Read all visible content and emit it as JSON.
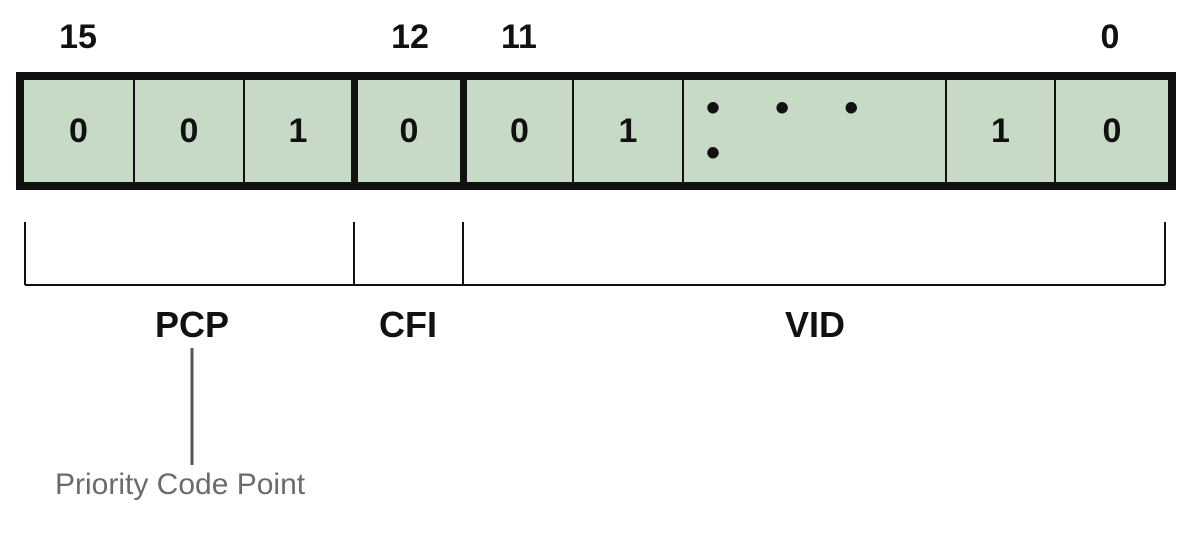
{
  "bit_numbers": {
    "b15": "15",
    "b12": "12",
    "b11": "11",
    "b0": "0"
  },
  "cells": {
    "c1": "0",
    "c2": "0",
    "c3": "1",
    "c4": "0",
    "c5": "0",
    "c6": "1",
    "c7": "• • • •",
    "c8": "1",
    "c9": "0"
  },
  "fields": {
    "pcp": "PCP",
    "cfi": "CFI",
    "vid": "VID"
  },
  "annotation": {
    "pcp_meaning": "Priority Code Point"
  },
  "colors": {
    "cell_fill": "#c6dac6",
    "border": "#111111",
    "annotation_text": "#6b6b6b"
  }
}
